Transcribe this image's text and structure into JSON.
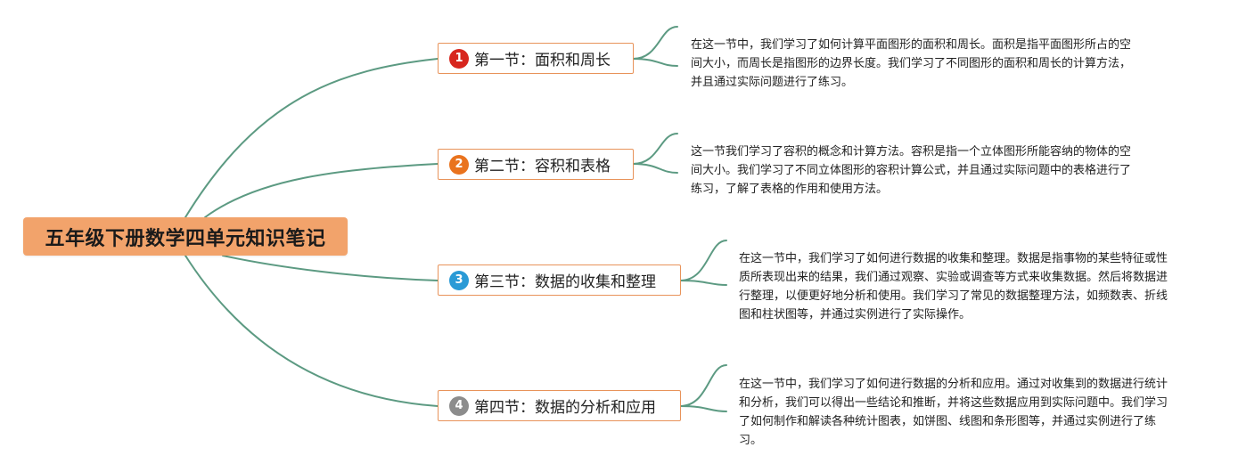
{
  "root": {
    "title": "五年级下册数学四单元知识笔记"
  },
  "sections": [
    {
      "badge": "1",
      "badge_color": "#d7261e",
      "title": "第一节：面积和周长",
      "description": "在这一节中，我们学习了如何计算平面图形的面积和周长。面积是指平面图形所占的空间大小，而周长是指图形的边界长度。我们学习了不同图形的面积和周长的计算方法，并且通过实际问题进行了练习。"
    },
    {
      "badge": "2",
      "badge_color": "#e9731e",
      "title": "第二节：容积和表格",
      "description": "这一节我们学习了容积的概念和计算方法。容积是指一个立体图形所能容纳的物体的空间大小。我们学习了不同立体图形的容积计算公式，并且通过实际问题中的表格进行了练习，了解了表格的作用和使用方法。"
    },
    {
      "badge": "3",
      "badge_color": "#2a9ad6",
      "title": "第三节：数据的收集和整理",
      "description": "在这一节中，我们学习了如何进行数据的收集和整理。数据是指事物的某些特征或性质所表现出来的结果，我们通过观察、实验或调查等方式来收集数据。然后将数据进行整理，以便更好地分析和使用。我们学习了常见的数据整理方法，如频数表、折线图和柱状图等，并通过实例进行了实际操作。"
    },
    {
      "badge": "4",
      "badge_color": "#8c8c8c",
      "title": "第四节：数据的分析和应用",
      "description": "在这一节中，我们学习了如何进行数据的分析和应用。通过对收集到的数据进行统计和分析，我们可以得出一些结论和推断，并将这些数据应用到实际问题中。我们学习了如何制作和解读各种统计图表，如饼图、线图和条形图等，并通过实例进行了练习。"
    }
  ],
  "colors": {
    "root_fill": "#f2a36b",
    "node_border": "#e8935a",
    "connector": "#5c9a82"
  }
}
